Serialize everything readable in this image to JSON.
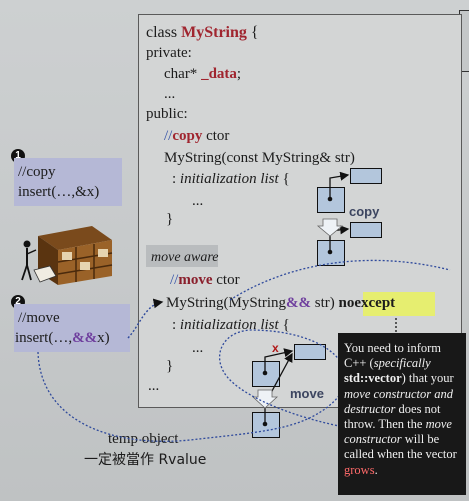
{
  "code": {
    "class_kw": "class ",
    "class_name": "MyString",
    "class_brace": " {",
    "private": "private:",
    "data_type": "char* ",
    "data_member": "_data",
    "data_semi": ";",
    "ellipsis_1": "...",
    "public": "public:",
    "copy_comment_slashes": "//",
    "copy_comment_word": "copy",
    "copy_comment_rest": " ctor",
    "copy_ctor_sig": "MyString(const MyString& str)",
    "init_list_copy_prefix": ": ",
    "init_list_copy": "initialization list",
    "init_list_copy_brace": " {",
    "ellipsis_2": "...",
    "close_brace_1": "}",
    "move_aware": "move aware",
    "move_comment_slashes": "//",
    "move_comment_word": "move",
    "move_comment_rest": " ctor",
    "move_ctor_prefix": "MyString(MyString",
    "move_ctor_ampamp": "&&",
    "move_ctor_suffix": " str) ",
    "noexcept": "noexcept",
    "init_list_move_prefix": ": ",
    "init_list_move": "initialization list",
    "init_list_move_brace": " {",
    "ellipsis_3": "...",
    "close_brace_2": "}",
    "ellipsis_4": "..."
  },
  "left": {
    "badge_1": "1",
    "copy_comment": "//copy",
    "copy_insert_prefix": "insert(…,&x)",
    "badge_2": "2",
    "move_comment": "//move",
    "move_insert_prefix": "insert(…,",
    "move_insert_ampamp": "&&",
    "move_insert_suffix": "x)",
    "temp_object": "temp object",
    "rvalue_note": "一定被當作 Rvalue"
  },
  "diagram": {
    "copy_label": "copy",
    "move_label": "move",
    "x_mark": "x"
  },
  "note": {
    "p1": "You need to inform C++ (",
    "p1_italic": "specifically",
    "p2": "std::vector",
    "p3": ") that your ",
    "p3_italic1": "move constructor and destructor",
    "p4": " does not throw. Then the ",
    "p4_italic": "move constructor",
    "p5": " will be called when the vector ",
    "p5_red": "grows",
    "p6": "."
  },
  "colors": {
    "accent_brown": "#a0252f",
    "accent_purple": "#6f3f9e",
    "callout_blue": "#b5b8d6",
    "noexcept_highlight": "#e6ee70",
    "note_bg": "#181818"
  }
}
